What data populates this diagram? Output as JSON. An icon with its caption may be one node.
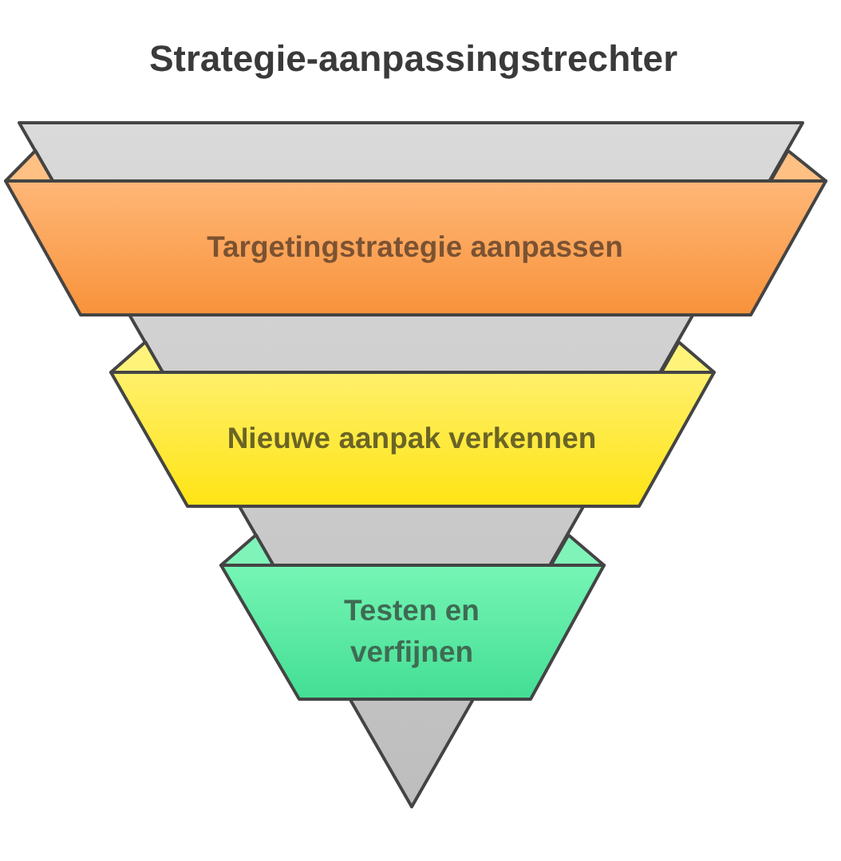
{
  "diagram": {
    "title": "Strategie-aanpassingstrechter",
    "nodes": [
      {
        "text": [
          "Targetingstrategie aanpassen"
        ]
      },
      {
        "text": [
          "Nieuwe aanpak verkennen"
        ]
      },
      {
        "text": [
          "Testen en verfijnen"
        ]
      }
    ]
  }
}
